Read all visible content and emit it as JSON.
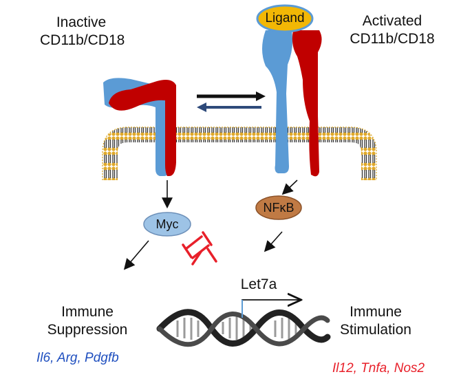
{
  "labels": {
    "inactive": [
      "Inactive",
      "CD11b/CD18"
    ],
    "activated": [
      "Activated",
      "CD11b/CD18"
    ],
    "ligand": "Ligand",
    "myc": "Myc",
    "nfkb": "NFκB",
    "let7a": "Let7a",
    "immune_suppression": [
      "Immune",
      "Suppression"
    ],
    "immune_stimulation": [
      "Immune",
      "Stimulation"
    ]
  },
  "gene_lists": {
    "suppression": "Il6, Arg, Pdgfb",
    "stimulation": "Il12, Tnfa, Nos2"
  },
  "colors": {
    "cd11b": "#5b9bd5",
    "cd18": "#c00000",
    "ligand": "#f2b705",
    "myc": "#9dc3e6",
    "nfkb": "#c07a44",
    "inhibition": "#e8202a",
    "suppression_genes": "#1f4fbf",
    "stimulation_genes": "#e8202a",
    "membrane": "#d9a520"
  }
}
